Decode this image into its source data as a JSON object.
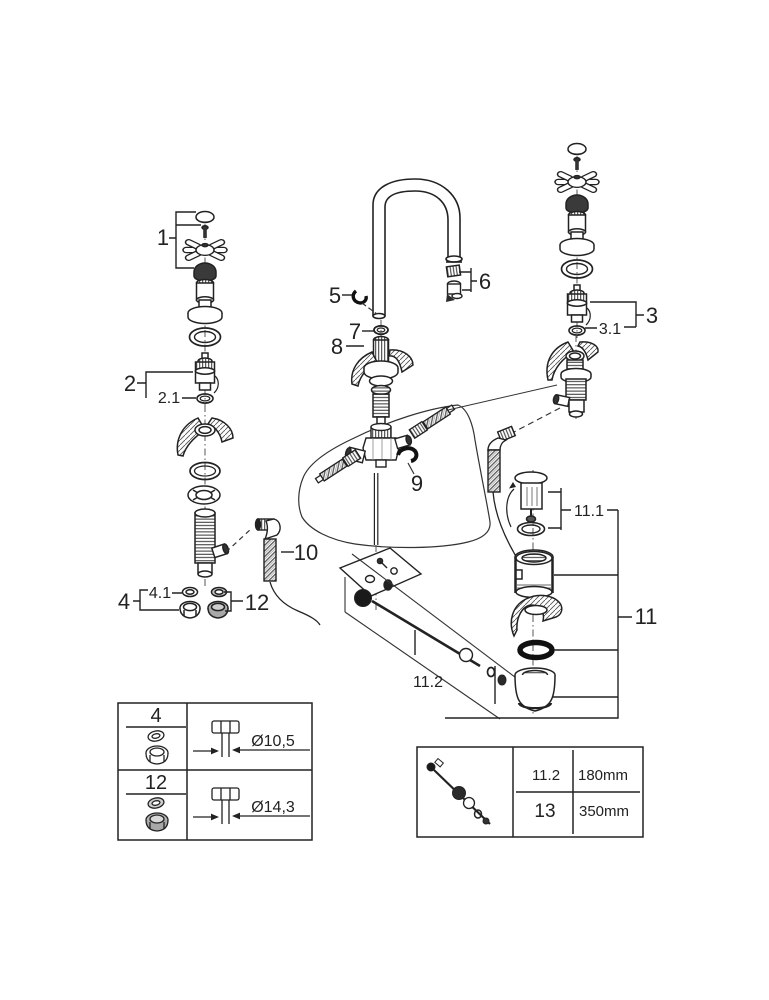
{
  "diagram": {
    "kind": "exploded parts diagram",
    "subject": "three-hole basin faucet with cross handles, spout and pop-up waste"
  },
  "colors": {
    "line": "#222222",
    "background": "#ffffff",
    "dark_part": "#2a2a2a",
    "gray_part": "#b5b5b5"
  },
  "callouts": {
    "n1": "1",
    "n2": "2",
    "n2_1": "2.1",
    "n3": "3",
    "n3_1": "3.1",
    "n4": "4",
    "n4_1": "4.1",
    "n5": "5",
    "n6": "6",
    "n7": "7",
    "n8": "8",
    "n9": "9",
    "n10": "10",
    "n11": "11",
    "n11_1": "11.1",
    "n11_2": "11.2",
    "n12": "12"
  },
  "size_table": {
    "rows": [
      {
        "part": "4",
        "dim": "Ø10,5"
      },
      {
        "part": "12",
        "dim": "Ø14,3"
      }
    ]
  },
  "length_table": {
    "rows": [
      {
        "part": "11.2",
        "length": "180mm"
      },
      {
        "part": "13",
        "length": "350mm"
      }
    ]
  }
}
